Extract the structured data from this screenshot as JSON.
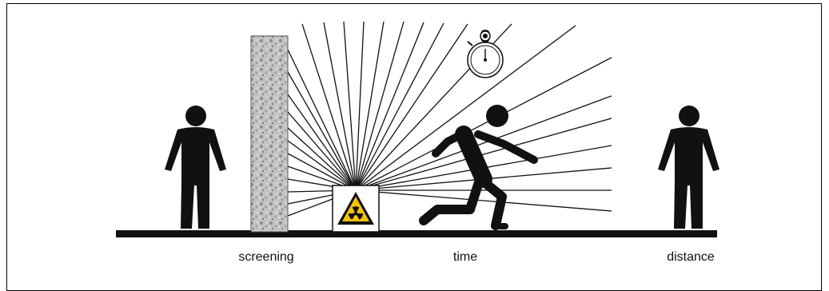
{
  "labels": {
    "screening": "screening",
    "time": "time",
    "distance": "distance"
  },
  "icons": {
    "radiation_source": "radiation-warning-icon",
    "stopwatch": "stopwatch-icon",
    "person_standing": "person-standing-icon",
    "person_running": "person-running-icon"
  },
  "colors": {
    "ink": "#111111",
    "warning_yellow": "#f4c20d",
    "wall": "#b8b8b8"
  }
}
